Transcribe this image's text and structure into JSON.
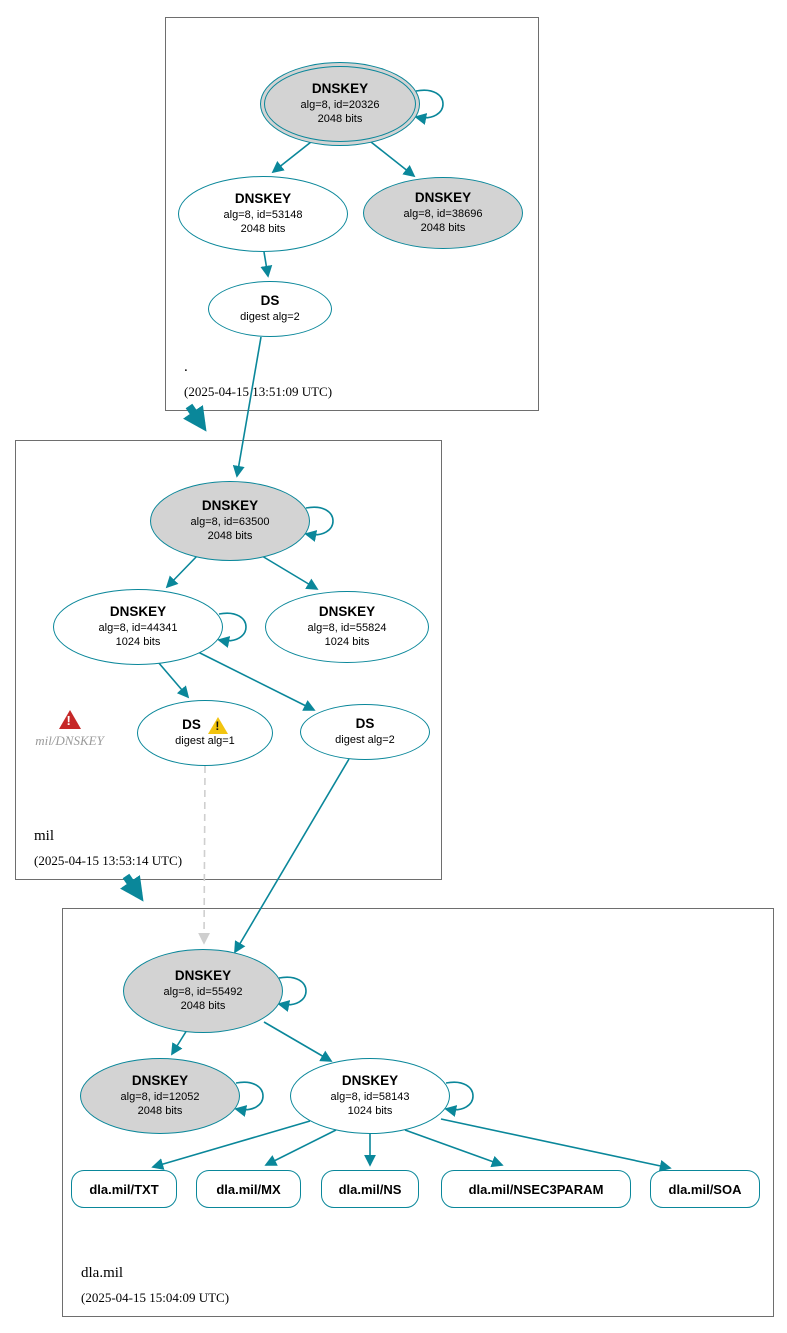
{
  "diagram": {
    "zones": [
      {
        "name": ".",
        "timestamp": "(2025-04-15 13:51:09 UTC)"
      },
      {
        "name": "mil",
        "timestamp": "(2025-04-15 13:53:14 UTC)"
      },
      {
        "name": "dla.mil",
        "timestamp": "(2025-04-15 15:04:09 UTC)"
      }
    ],
    "nodes": {
      "root_ksk": {
        "title": "DNSKEY",
        "line1": "alg=8, id=20326",
        "line2": "2048 bits"
      },
      "root_zsk": {
        "title": "DNSKEY",
        "line1": "alg=8, id=53148",
        "line2": "2048 bits"
      },
      "root_key2": {
        "title": "DNSKEY",
        "line1": "alg=8, id=38696",
        "line2": "2048 bits"
      },
      "root_ds": {
        "title": "DS",
        "line1": "digest alg=2"
      },
      "mil_ksk": {
        "title": "DNSKEY",
        "line1": "alg=8, id=63500",
        "line2": "2048 bits"
      },
      "mil_zsk1": {
        "title": "DNSKEY",
        "line1": "alg=8, id=44341",
        "line2": "1024 bits"
      },
      "mil_zsk2": {
        "title": "DNSKEY",
        "line1": "alg=8, id=55824",
        "line2": "1024 bits"
      },
      "mil_ds1": {
        "title": "DS",
        "line1": "digest alg=1"
      },
      "mil_ds2": {
        "title": "DS",
        "line1": "digest alg=2"
      },
      "mil_error_label": "mil/DNSKEY",
      "dla_ksk": {
        "title": "DNSKEY",
        "line1": "alg=8, id=55492",
        "line2": "2048 bits"
      },
      "dla_key2": {
        "title": "DNSKEY",
        "line1": "alg=8, id=12052",
        "line2": "2048 bits"
      },
      "dla_zsk": {
        "title": "DNSKEY",
        "line1": "alg=8, id=58143",
        "line2": "1024 bits"
      },
      "rrsets": [
        {
          "label": "dla.mil/TXT"
        },
        {
          "label": "dla.mil/MX"
        },
        {
          "label": "dla.mil/NS"
        },
        {
          "label": "dla.mil/NSEC3PARAM"
        },
        {
          "label": "dla.mil/SOA"
        }
      ]
    },
    "icons": {
      "warning": "yellow-triangle-exclamation",
      "error": "red-triangle-exclamation"
    },
    "colors": {
      "secure_edge": "#0a879a",
      "ksk_fill": "#d3d3d3",
      "warning": "#f2c40f",
      "error": "#c62828",
      "invalid_edge": "#cfcfcf"
    }
  }
}
